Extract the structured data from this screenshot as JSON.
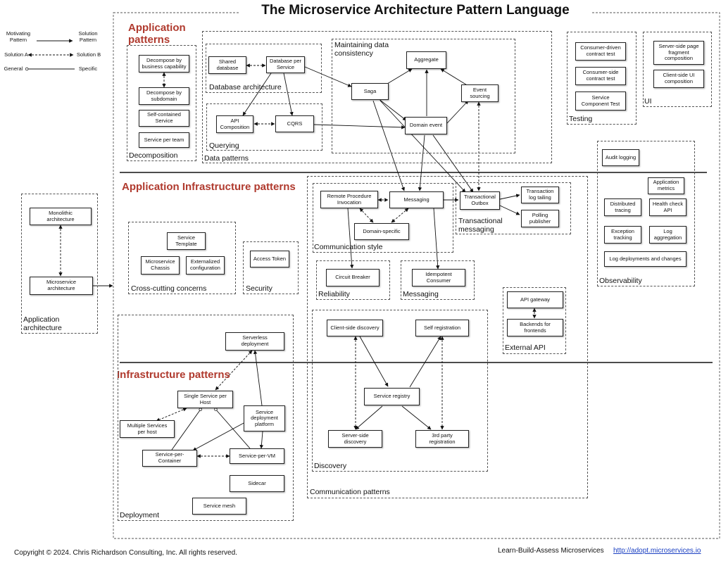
{
  "title": "The Microservice Architecture Pattern Language",
  "legend": {
    "motivating": "Motivating\nPattern",
    "solution": "Solution\nPattern",
    "solution_a": "Solution A",
    "solution_b": "Solution B",
    "general": "General",
    "specific": "Specific"
  },
  "sections": {
    "application_patterns": "Application\npatterns",
    "application_infrastructure_patterns": "Application Infrastructure patterns",
    "infrastructure_patterns": "Infrastructure patterns"
  },
  "groups": {
    "decomposition": "Decomposition",
    "database_architecture": "Database architecture",
    "querying": "Querying",
    "data_patterns": "Data patterns",
    "maintaining_data_consistency": "Maintaining data\nconsistency",
    "testing": "Testing",
    "ui": "UI",
    "application_architecture": "Application\narchitecture",
    "cross_cutting_concerns": "Cross-cutting concerns",
    "security": "Security",
    "communication_style": "Communication style",
    "transactional_messaging": "Transactional\nmessaging",
    "reliability": "Reliability",
    "messaging": "Messaging",
    "observability": "Observability",
    "external_api": "External API",
    "discovery": "Discovery",
    "communication_patterns": "Communication patterns",
    "deployment": "Deployment"
  },
  "nodes": {
    "decompose_business": "Decompose by\nbusiness capability",
    "decompose_subdomain": "Decompose by\nsubdomain",
    "self_contained": "Self-contained\nService",
    "service_per_team": "Service per team",
    "shared_database": "Shared\ndatabase",
    "database_per_service": "Database per\nService",
    "api_composition": "API\nComposition",
    "cqrs": "CQRS",
    "saga": "Saga",
    "aggregate": "Aggregate",
    "event_sourcing": "Event\nsourcing",
    "domain_event": "Domain event",
    "consumer_driven": "Consumer-driven\ncontract test",
    "consumer_side": "Consumer-side\ncontract test",
    "service_component_test": "Service\nComponent Test",
    "server_side_fragment": "Server-side page\nfragment\ncomposition",
    "client_side_ui": "Client-side  UI\ncomposition",
    "monolithic": "Monolithic\narchitecture",
    "microservice": "Microservice\narchitecture",
    "service_template": "Service\nTemplate",
    "microservice_chassis": "Microservice\nChassis",
    "externalized_config": "Externalized\nconfiguration",
    "access_token": "Access Token",
    "rpi": "Remote Procedure\nInvocation",
    "messaging": "Messaging",
    "domain_specific": "Domain-specific",
    "transactional_outbox": "Transactional\nOutbox",
    "transaction_log_tailing": "Transaction\nlog tailing",
    "polling_publisher": "Polling\npublisher",
    "circuit_breaker": "Circuit Breaker",
    "idempotent_consumer": "Idempotent\nConsumer",
    "audit_logging": "Audit logging",
    "application_metrics": "Application\nmetrics",
    "distributed_tracing": "Distributed\ntracing",
    "health_check": "Health check\nAPI",
    "exception_tracking": "Exception\ntracking",
    "log_aggregation": "Log\naggregation",
    "log_deployments": "Log deployments and changes",
    "api_gateway": "API gateway",
    "bff": "Backends for\nfrontends",
    "client_side_discovery": "Client-side discovery",
    "self_registration": "Self registration",
    "service_registry": "Service registry",
    "server_side_discovery": "Server-side\ndiscovery",
    "third_party_registration": "3rd party registration",
    "serverless": "Serverless\ndeployment",
    "single_service_per_host": "Single Service per\nHost",
    "multiple_services_per_host": "Multiple Services\nper host",
    "service_deployment_platform": "Service\ndeployment\nplatform",
    "service_per_container": "Service-per-\nContainer",
    "service_per_vm": "Service-per-VM",
    "sidecar": "Sidecar",
    "service_mesh": "Service mesh"
  },
  "footer": {
    "copyright": "Copyright  ©  2024. Chris Richardson Consulting, Inc. All rights reserved.",
    "tagline": "Learn-Build-Assess Microservices",
    "url": "http://adopt.microservices.io"
  },
  "colors": {
    "section_heading": "#b03a2e",
    "link": "#1a3fc2"
  }
}
